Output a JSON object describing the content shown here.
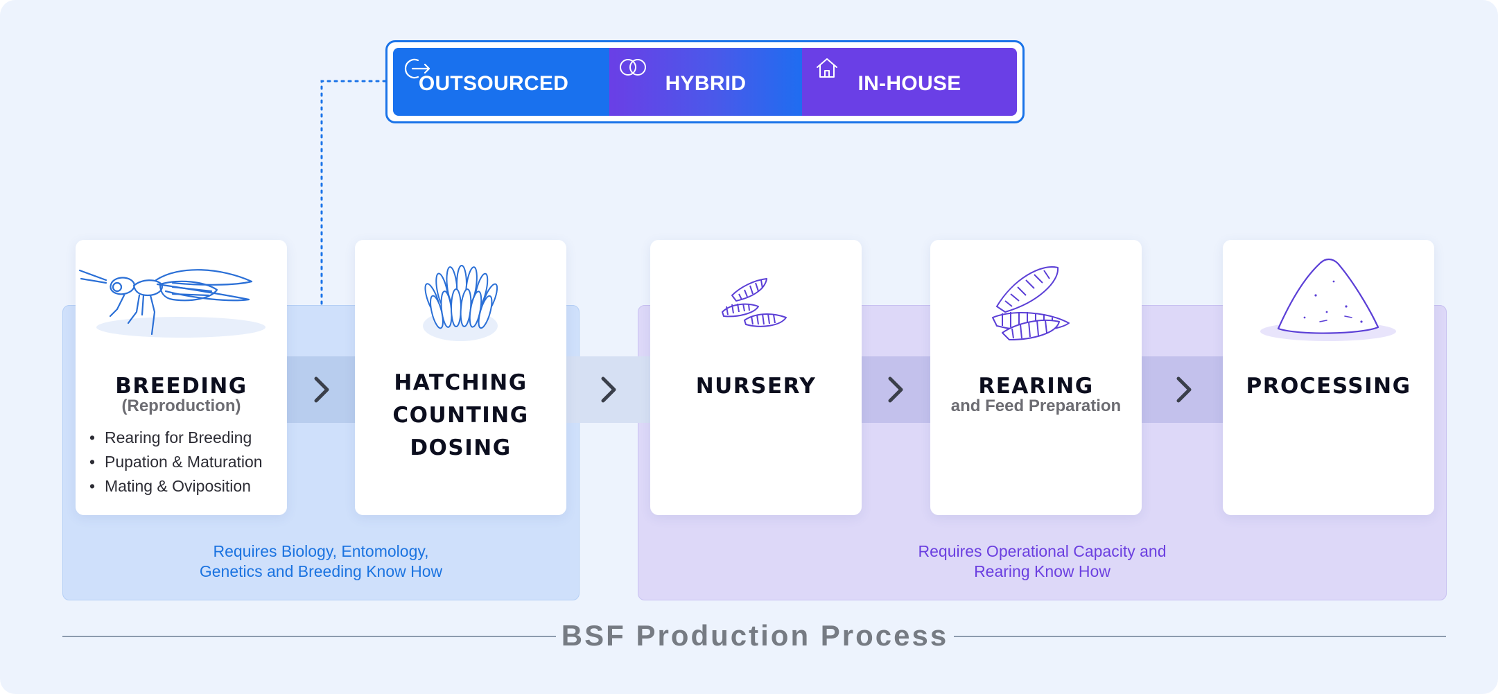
{
  "models": {
    "outsourced": "OUTSOURCED",
    "hybrid": "HYBRID",
    "inhouse": "IN-HOUSE",
    "icons": [
      "outsource-arrow-icon",
      "overlapping-circles-icon",
      "house-icon"
    ],
    "colors": {
      "outsourced": "#1971ee",
      "hybrid": "#4a59ea",
      "inhouse": "#6a3fe6"
    }
  },
  "steps": {
    "breeding": {
      "title": "BREEDING",
      "subtitle": "(Reproduction)",
      "items": [
        "Rearing for Breeding",
        "Pupation & Maturation",
        "Mating & Oviposition"
      ],
      "icon": "fly-icon"
    },
    "hatching": {
      "title": "HATCHING\nCOUNTING\nDOSING",
      "icon": "egg-cluster-icon"
    },
    "nursery": {
      "title": "NURSERY",
      "icon": "small-larvae-icon"
    },
    "rearing": {
      "title": "REARING",
      "subtitle": "and Feed Preparation",
      "icon": "larvae-icon"
    },
    "processing": {
      "title": "PROCESSING",
      "icon": "powder-pile-icon"
    }
  },
  "groups": {
    "biology": {
      "note": "Requires Biology, Entomology,\nGenetics and Breeding Know How",
      "color": "#1b73e0"
    },
    "operations": {
      "note": "Requires Operational Capacity and\nRearing Know How",
      "color": "#6b3fe0"
    }
  },
  "footer": {
    "caption": "BSF Production Process"
  }
}
